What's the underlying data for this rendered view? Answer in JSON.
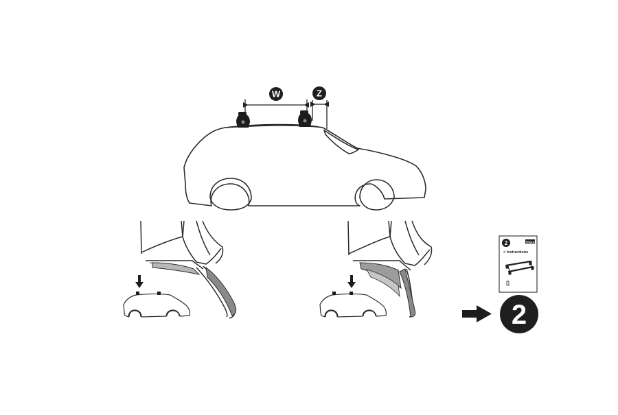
{
  "measurements": {
    "w_label": "W",
    "z_label": "Z"
  },
  "booklet": {
    "step_number": "2",
    "brand": "THULE",
    "title": "> Instructions"
  },
  "next_step": {
    "number": "2"
  },
  "icons": [
    "arrow-down-icon",
    "arrow-right-icon"
  ],
  "colors": {
    "line": "#2b2b2b",
    "badge": "#1f1f1f",
    "rubber": "#8a8a8a"
  }
}
